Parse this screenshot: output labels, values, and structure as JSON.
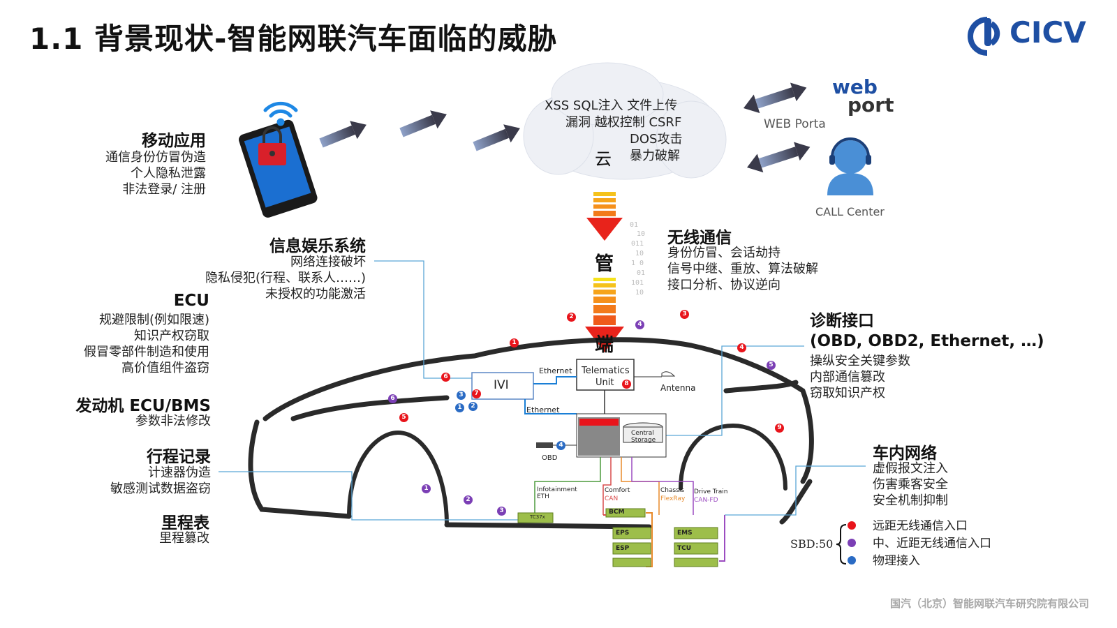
{
  "title": "1.1 背景现状-智能网联汽车面临的威胁",
  "logo_text": "CICV",
  "mobile": {
    "heading": "移动应用",
    "items": [
      "通信身份仿冒伪造",
      "个人隐私泄露",
      "非法登录/ 注册"
    ]
  },
  "cloud": {
    "lines": [
      "XSS  SQL注入  文件上传",
      "漏洞  越权控制  CSRF",
      "DOS攻击",
      "暴力破解"
    ],
    "label": "云"
  },
  "web_portal": {
    "logo_line1": "web",
    "logo_line2": "port",
    "label": "WEB Porta"
  },
  "call_center": {
    "label": "CALL Center"
  },
  "pipe_label": "管",
  "end_label": "端",
  "infotainment": {
    "heading": "信息娱乐系统",
    "items": [
      "网络连接破坏",
      "隐私侵犯(行程、联系人……)",
      "未授权的功能激活"
    ]
  },
  "wireless": {
    "heading": "无线通信",
    "items": [
      "身份仿冒、会话劫持",
      "信号中继、重放、算法破解",
      "接口分析、协议逆向"
    ]
  },
  "ecu": {
    "heading": "ECU",
    "items": [
      "规避限制(例如限速)",
      "知识产权窃取",
      "假冒零部件制造和使用",
      "高价值组件盗窃"
    ]
  },
  "engine": {
    "heading": "发动机 ECU/BMS",
    "items": [
      "参数非法修改"
    ]
  },
  "trip": {
    "heading": "行程记录",
    "items": [
      "计速器伪造",
      "敏感测试数据盗窃"
    ]
  },
  "odometer": {
    "heading": "里程表",
    "items": [
      "里程篡改"
    ]
  },
  "diagnostic": {
    "heading": "诊断接口",
    "subheading": "(OBD, OBD2, Ethernet, …)",
    "items": [
      "操纵安全关键参数",
      "内部通信篡改",
      "窃取知识产权"
    ]
  },
  "in_vehicle": {
    "heading": "车内网络",
    "items": [
      "虚假报文注入",
      "伤害乘客安全",
      "安全机制抑制"
    ]
  },
  "legend": {
    "prefix": "SBD:50",
    "items": [
      {
        "label": "远距无线通信入口",
        "color": "#e8141b"
      },
      {
        "label": "中、近距无线通信入口",
        "color": "#7b3fb5"
      },
      {
        "label": "物理接入",
        "color": "#2a6bc4"
      }
    ]
  },
  "diagram": {
    "ivi": "IVI",
    "telematics": [
      "Telematics",
      "Unit"
    ],
    "antenna": "Antenna",
    "ethernet1": "Ethernet",
    "ethernet2": "Ethernet",
    "central_storage": [
      "Central",
      "Storage"
    ],
    "obd": "OBD",
    "bus_infotainment": [
      "Infotainment",
      "ETH"
    ],
    "bus_comfort": [
      "Comfort",
      "CAN"
    ],
    "bus_chassis": [
      "Chassis",
      "FlexRay"
    ],
    "bus_drivetrain": [
      "Drive Train",
      "CAN-FD"
    ],
    "gateway_label": "TC37x",
    "bcm": "BCM",
    "eps": "EPS",
    "esp": "ESP",
    "ems": "EMS",
    "tcu": "TCU"
  },
  "markers": [
    {
      "num": "1",
      "color": "#e8141b"
    },
    {
      "num": "2",
      "color": "#e8141b"
    },
    {
      "num": "3",
      "color": "#e8141b"
    },
    {
      "num": "4",
      "color": "#7b3fb5"
    },
    {
      "num": "4",
      "color": "#e8141b"
    },
    {
      "num": "5",
      "color": "#7b3fb5"
    },
    {
      "num": "6",
      "color": "#e8141b"
    },
    {
      "num": "7",
      "color": "#e8141b"
    },
    {
      "num": "8",
      "color": "#e8141b"
    },
    {
      "num": "3",
      "color": "#2a6bc4"
    },
    {
      "num": "1",
      "color": "#2a6bc4"
    },
    {
      "num": "2",
      "color": "#2a6bc4"
    },
    {
      "num": "4",
      "color": "#2a6bc4"
    },
    {
      "num": "6",
      "color": "#7b3fb5"
    },
    {
      "num": "5",
      "color": "#e8141b"
    },
    {
      "num": "9",
      "color": "#e8141b"
    },
    {
      "num": "1",
      "color": "#7b3fb5"
    },
    {
      "num": "2",
      "color": "#7b3fb5"
    },
    {
      "num": "3",
      "color": "#7b3fb5"
    }
  ],
  "footer": "国汽（北京）智能网联汽车研究院有限公司",
  "colors": {
    "accent_blue": "#1e4fa3",
    "marker_red": "#e8141b",
    "marker_purple": "#7b3fb5",
    "marker_blue": "#2a6bc4"
  }
}
